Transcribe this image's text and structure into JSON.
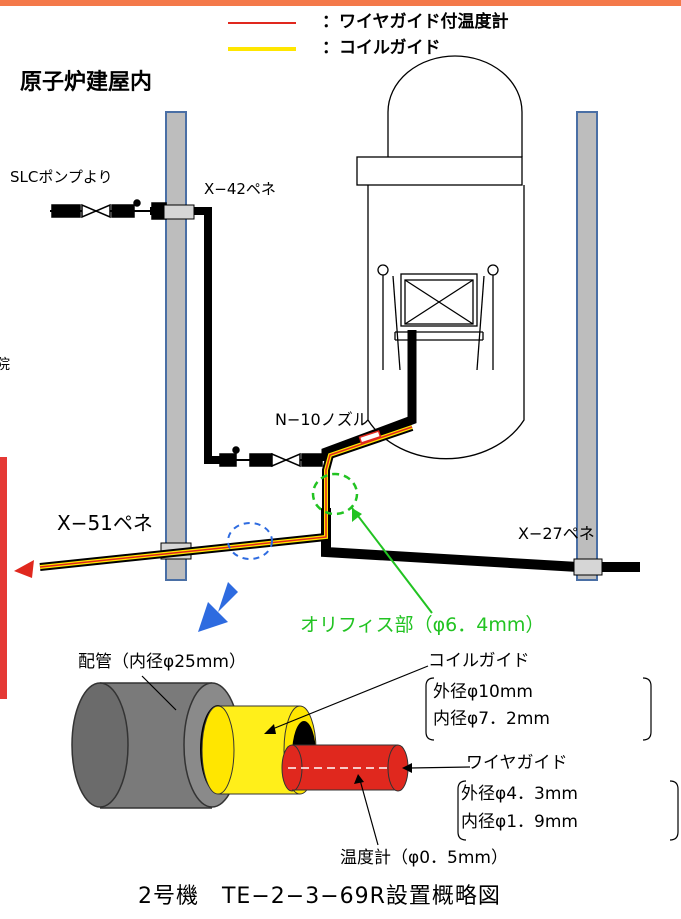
{
  "legend": {
    "red_line_label": "：ワイヤガイド付温度計",
    "yellow_line_label": "：コイルガイド",
    "red_color": "#e0281e",
    "yellow_color": "#ffe600"
  },
  "labels": {
    "building": "原子炉建屋内",
    "slc_pump": "SLCポンプより",
    "x42": "X−42ペネ",
    "n10": "N−10ノズル",
    "x51": "X−51ペネ",
    "x27": "X−27ペネ",
    "orifice": "オリフィス部（φ6．4mm）",
    "pipe": "配管（内径φ25mm）",
    "coil_guide": "コイルガイド",
    "coil_od": "外径φ10mm",
    "coil_id": "内径φ7．2mm",
    "wire_guide": "ワイヤガイド",
    "wire_od": "外径φ4．3mm",
    "wire_id": "内径φ1．9mm",
    "thermometer": "温度計（φ0．5mm）",
    "edge_char": "院"
  },
  "caption": "2号機　TE−2−3−69R設置概略図",
  "colors": {
    "orange_bar": "#f4794a",
    "orifice_green": "#22c322",
    "arrow_blue": "#2e6be0",
    "pene_gray": "#bdbdbd"
  }
}
